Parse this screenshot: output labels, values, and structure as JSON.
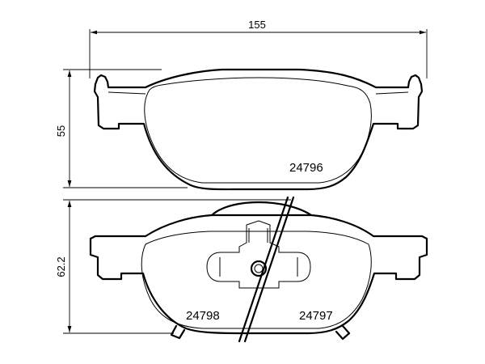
{
  "dimensions": {
    "width": "155",
    "top_height": "55",
    "bottom_height": "62.2"
  },
  "part_numbers": {
    "top_pad": "24796",
    "bottom_left": "24798",
    "bottom_right": "24797"
  },
  "colors": {
    "ink": "#000000",
    "paper": "#ffffff"
  }
}
